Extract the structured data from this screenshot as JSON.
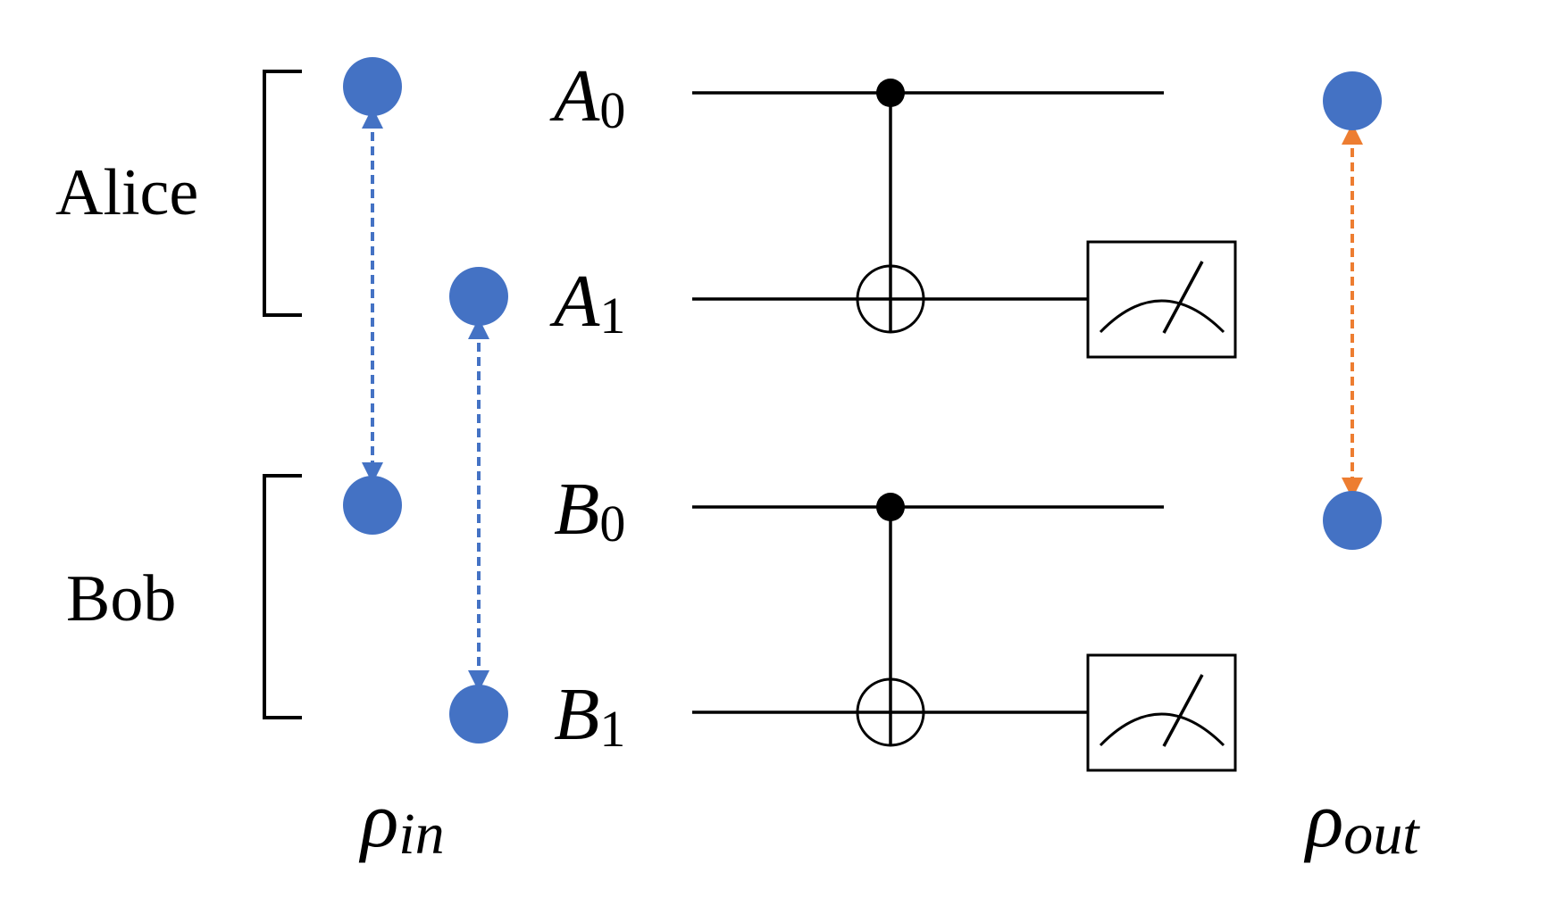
{
  "parties": {
    "alice": "Alice",
    "bob": "Bob"
  },
  "qubits": [
    {
      "symbol": "A",
      "index": "0"
    },
    {
      "symbol": "A",
      "index": "1"
    },
    {
      "symbol": "B",
      "index": "0"
    },
    {
      "symbol": "B",
      "index": "1"
    }
  ],
  "states": {
    "input": {
      "symbol": "ρ",
      "sub": "in"
    },
    "output": {
      "symbol": "ρ",
      "sub": "out"
    }
  },
  "colors": {
    "qubit_dot": "#4472C4",
    "input_link": "#4472C4",
    "output_link": "#ED7D31",
    "wire": "#000000"
  },
  "icons": {
    "measurement": "measurement-meter-icon",
    "cnot_control": "control-dot-icon",
    "cnot_target": "xor-target-icon"
  }
}
